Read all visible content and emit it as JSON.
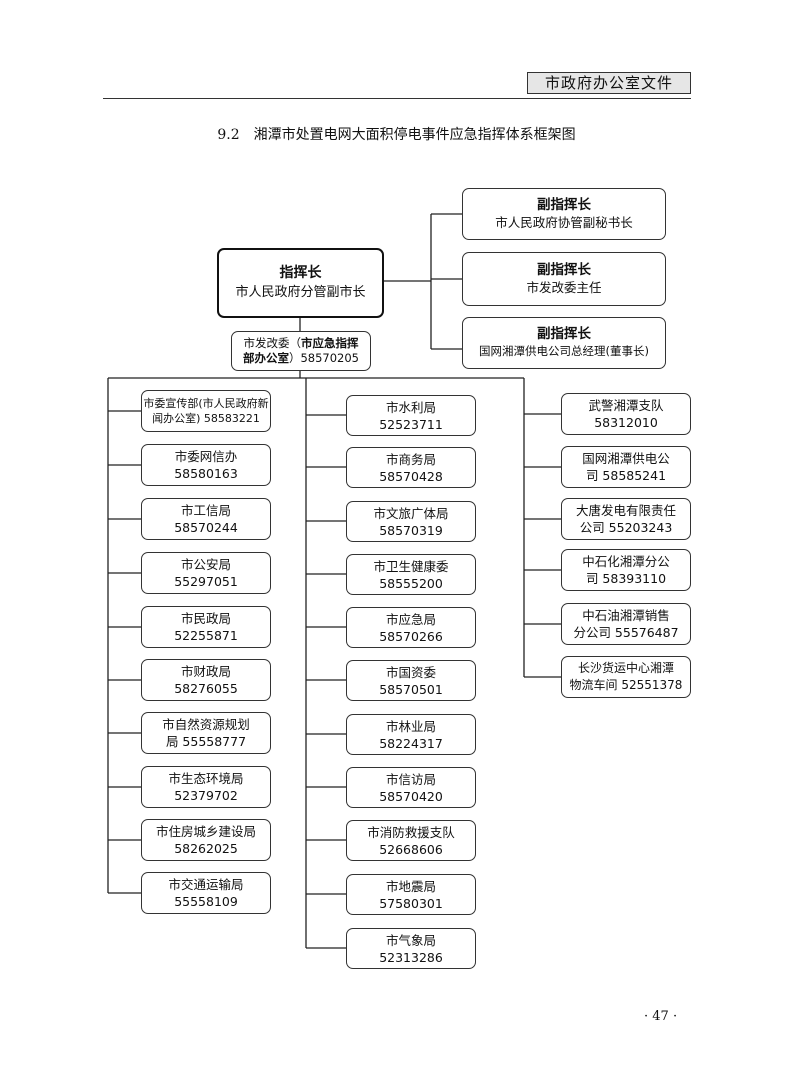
{
  "header": {
    "tag": "市政府办公室文件"
  },
  "title": "9.2　湘潭市处置电网大面积停电事件应急指挥体系框架图",
  "commander": {
    "title": "指挥长",
    "subtitle": "市人民政府分管副市长"
  },
  "deputies": [
    {
      "title": "副指挥长",
      "subtitle": "市人民政府协管副秘书长"
    },
    {
      "title": "副指挥长",
      "subtitle": "市发改委主任"
    },
    {
      "title": "副指挥长",
      "subtitle": "国网湘潭供电公司总经理(董事长)"
    }
  ],
  "office": {
    "line1_a": "市发改委（",
    "line1_b": "市应急指挥",
    "line2_a": "部办公室",
    "line2_b": "）58570205"
  },
  "left_column": [
    {
      "l1": "市委宣传部(市人民政府新",
      "l2": "闻办公室) 58583221"
    },
    {
      "l1": "市委网信办",
      "l2": "58580163"
    },
    {
      "l1": "市工信局",
      "l2": "58570244"
    },
    {
      "l1": "市公安局",
      "l2": "55297051"
    },
    {
      "l1": "市民政局",
      "l2": "52255871"
    },
    {
      "l1": "市财政局",
      "l2": "58276055"
    },
    {
      "l1": "市自然资源规划",
      "l2": "局 55558777"
    },
    {
      "l1": "市生态环境局",
      "l2": "52379702"
    },
    {
      "l1": "市住房城乡建设局",
      "l2": "58262025"
    },
    {
      "l1": "市交通运输局",
      "l2": "55558109"
    }
  ],
  "middle_column": [
    {
      "l1": "市水利局",
      "l2": "52523711"
    },
    {
      "l1": "市商务局",
      "l2": "58570428"
    },
    {
      "l1": "市文旅广体局",
      "l2": "58570319"
    },
    {
      "l1": "市卫生健康委",
      "l2": "58555200"
    },
    {
      "l1": "市应急局",
      "l2": "58570266"
    },
    {
      "l1": "市国资委",
      "l2": "58570501"
    },
    {
      "l1": "市林业局",
      "l2": "58224317"
    },
    {
      "l1": "市信访局",
      "l2": "58570420"
    },
    {
      "l1": "市消防救援支队",
      "l2": "52668606"
    },
    {
      "l1": "市地震局",
      "l2": "57580301"
    },
    {
      "l1": "市气象局",
      "l2": "52313286"
    }
  ],
  "right_column": [
    {
      "l1": "武警湘潭支队",
      "l2": "58312010"
    },
    {
      "l1": "国网湘潭供电公",
      "l2": "司 58585241"
    },
    {
      "l1": "大唐发电有限责任",
      "l2": "公司 55203243"
    },
    {
      "l1": "中石化湘潭分公",
      "l2": "司 58393110"
    },
    {
      "l1": "中石油湘潭销售",
      "l2": "分公司 55576487"
    },
    {
      "l1": "长沙货运中心湘潭",
      "l2": "物流车间 52551378"
    }
  ],
  "page_number": "· 47 ·"
}
